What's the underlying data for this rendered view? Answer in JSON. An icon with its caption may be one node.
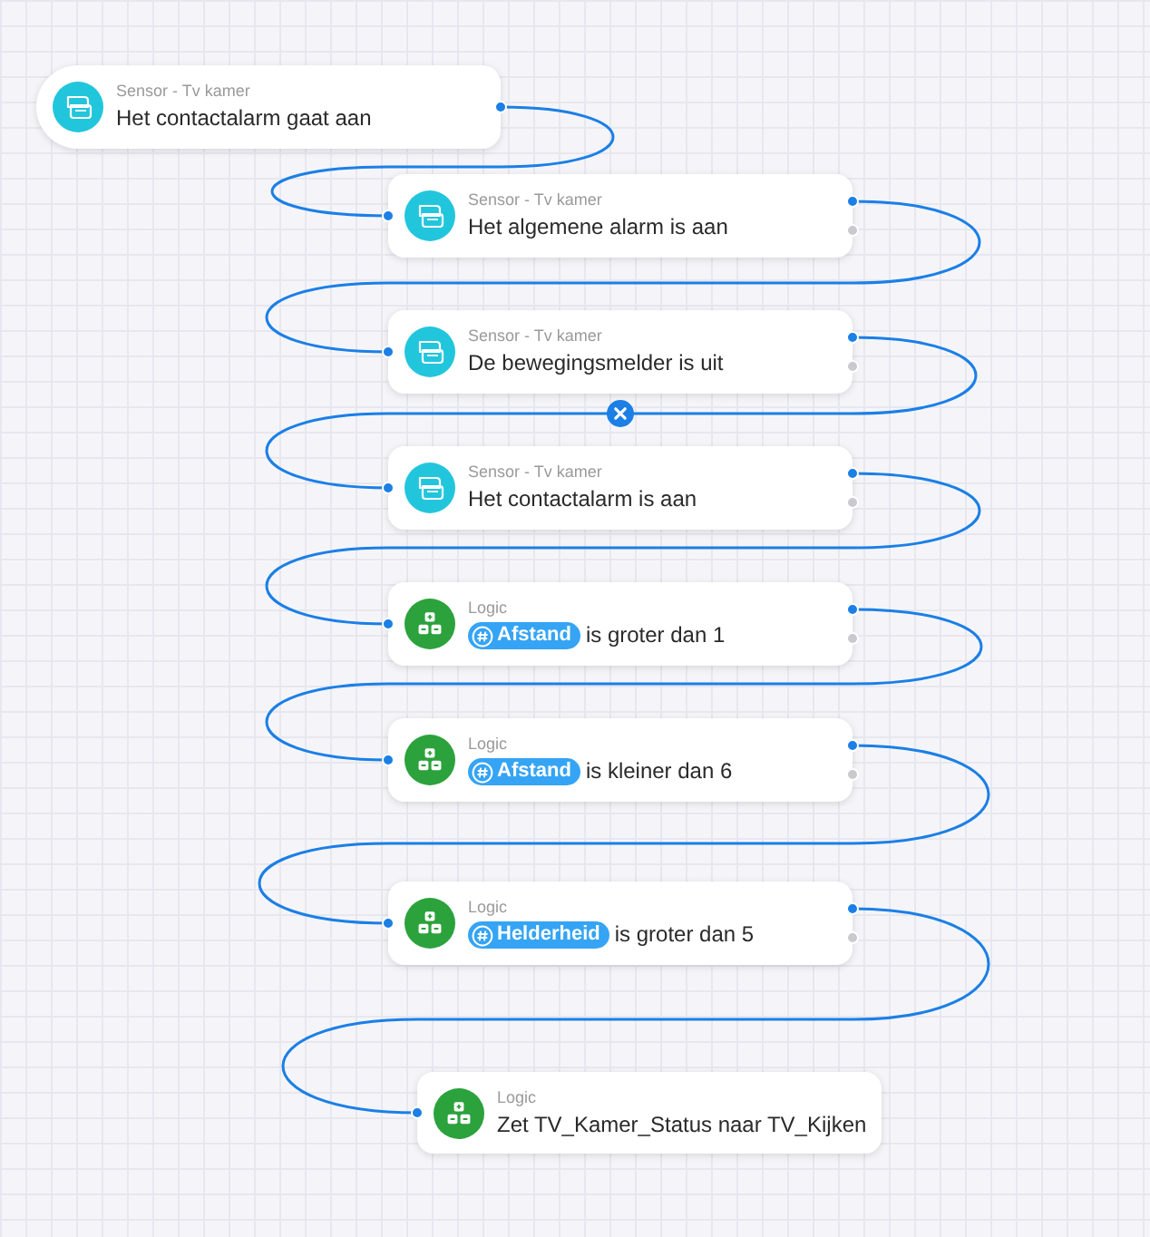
{
  "diagram": {
    "nodes": [
      {
        "text": [
          "Sensor - Tv kamer",
          "Het contactalarm gaat aan"
        ]
      },
      {
        "text": [
          "Sensor - Tv kamer",
          "Het algemene alarm is aan"
        ]
      },
      {
        "text": [
          "Sensor - Tv kamer",
          "De bewegingsmelder is uit"
        ]
      },
      {
        "text": [
          "Sensor - Tv kamer",
          "Het contactalarm is aan"
        ]
      },
      {
        "text": [
          "Logic",
          "Afstand",
          "is groter dan 1"
        ]
      },
      {
        "text": [
          "Logic",
          "Afstand",
          "is kleiner dan 6"
        ]
      },
      {
        "text": [
          "Logic",
          "Helderheid",
          "is groter dan 5"
        ]
      },
      {
        "text": [
          "Logic",
          "Zet TV_Kamer_Status naar TV_Kijken"
        ]
      }
    ],
    "edges": [
      {
        "from": 0,
        "to": 1,
        "arrow": "other"
      },
      {
        "from": 1,
        "to": 2,
        "arrow": "other"
      },
      {
        "from": 2,
        "to": 3,
        "arrow": "other"
      },
      {
        "from": 3,
        "to": 4,
        "arrow": "other"
      },
      {
        "from": 4,
        "to": 5,
        "arrow": "other"
      },
      {
        "from": 5,
        "to": 6,
        "arrow": "other"
      },
      {
        "from": 6,
        "to": 7,
        "arrow": "other"
      }
    ]
  }
}
